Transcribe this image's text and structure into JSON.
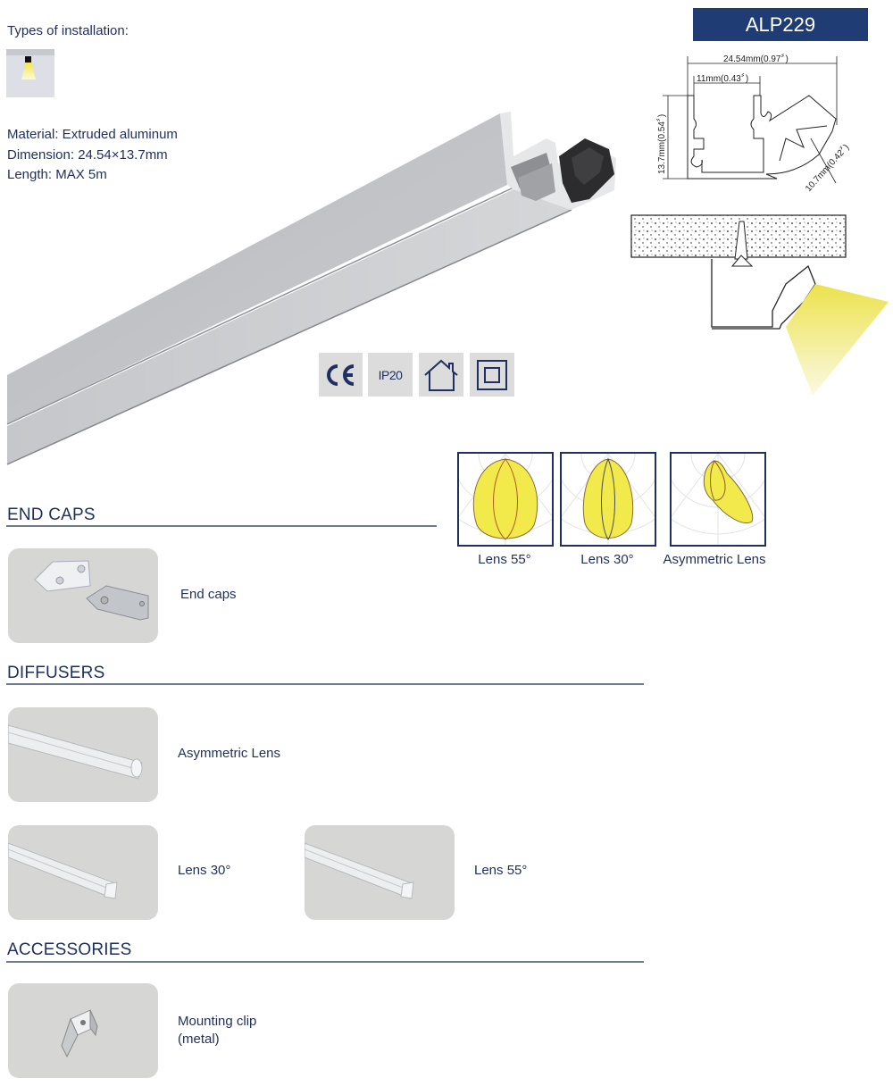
{
  "header": {
    "model": "ALP229",
    "installation_label": "Types of installation:",
    "installation_icon": "ceiling-mounted-downlight-icon"
  },
  "specs": {
    "material": "Material: Extruded aluminum",
    "dimension": "Dimension: 24.54×13.7mm",
    "length": "Length: MAX 5m"
  },
  "drawing": {
    "width_dim": "24.54mm(0.97〞)",
    "inner_dim": "11mm(0.43〞)",
    "height_dim": "13.7mm(0.54〞)",
    "lens_dim": "10.7mm(0.42〞)"
  },
  "certifications": [
    {
      "icon": "ce-mark-icon",
      "label": "CE"
    },
    {
      "icon": "ip-rating-icon",
      "label": "IP20"
    },
    {
      "icon": "indoor-use-house-icon",
      "label": ""
    },
    {
      "icon": "class-ii-double-insulation-icon",
      "label": ""
    }
  ],
  "beam_charts": [
    {
      "label": "Lens 55°"
    },
    {
      "label": "Lens 30°"
    },
    {
      "label": "Asymmetric Lens"
    }
  ],
  "sections": {
    "end_caps": {
      "title": "END CAPS",
      "items": [
        {
          "label": "End caps"
        }
      ]
    },
    "diffusers": {
      "title": "DIFFUSERS",
      "items": [
        {
          "label": "Asymmetric Lens"
        },
        {
          "label": "Lens 30°"
        },
        {
          "label": "Lens 55°"
        }
      ]
    },
    "accessories": {
      "title": "ACCESSORIES",
      "items": [
        {
          "label_line1": "Mounting clip",
          "label_line2": "(metal)"
        }
      ]
    }
  },
  "colors": {
    "text": "#1f2f5c",
    "model_box": "#1f3c74",
    "card_bg": "#d6d7d5",
    "rule": "#6e7a8e",
    "beam_yellow": "#f2ea4a"
  }
}
